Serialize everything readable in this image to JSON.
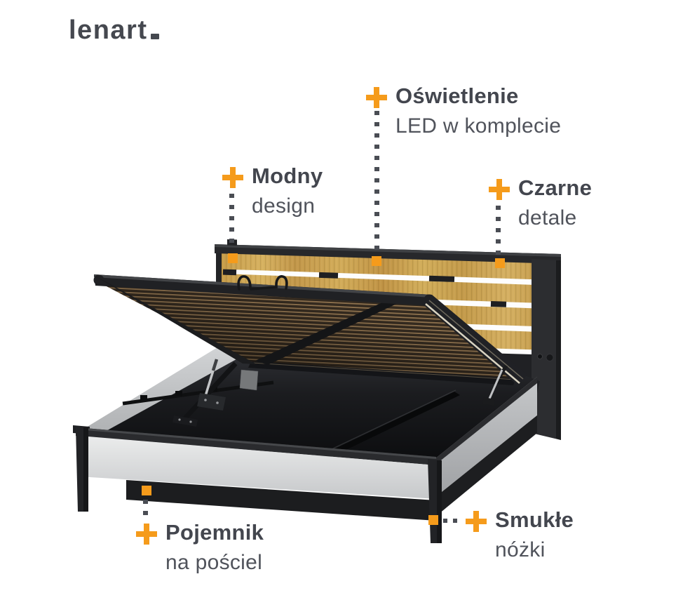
{
  "logo": {
    "name": "lenart",
    "mark": "."
  },
  "callouts": [
    {
      "id": "lighting",
      "title": "Oświetlenie",
      "subtitle": "LED w komplecie"
    },
    {
      "id": "design",
      "title": "Modny",
      "subtitle": "design"
    },
    {
      "id": "details",
      "title": "Czarne",
      "subtitle": "detale"
    },
    {
      "id": "storage",
      "title": "Pojemnik",
      "subtitle": "na pościel"
    },
    {
      "id": "legs",
      "title": "Smukłe",
      "subtitle": "nóżki"
    }
  ],
  "icons": {
    "plus": "+",
    "leader_dot": "square-dot",
    "marker": "orange-square"
  },
  "colors": {
    "accent": "#f59b1b",
    "heading": "#43464e",
    "subtext": "#50535b",
    "logo": "#45484f",
    "leader_dots": "#4a4d54",
    "oak_wood": "#cda352",
    "frame_black": "#202124",
    "panel_gray": "#c8cacc",
    "background": "#ffffff"
  }
}
